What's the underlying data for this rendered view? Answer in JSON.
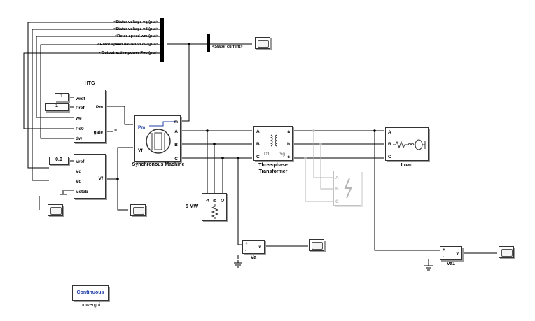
{
  "bus_signals": [
    "<Stator voltage  vq (pu)>",
    "<Stator voltage  vd (pu)>",
    "<Rotor speed  wm (pu)>",
    "<Rotor speed deviation  dw (pu)>",
    "<Output active power  Peo (pu)>"
  ],
  "stator_current": "<Stator current>",
  "htg": {
    "name": "HTG",
    "in_ports": [
      "wref",
      "Pref",
      "we",
      "Pe0",
      "dw"
    ],
    "out_ports": [
      "Pm",
      "gate"
    ]
  },
  "constants": {
    "wref": "1",
    "pref": "1",
    "vref": "0.9"
  },
  "exciter": {
    "in_ports": [
      "Vref",
      "Vd",
      "Vq",
      "Vstab"
    ],
    "out_port": "Vf"
  },
  "machine": {
    "name": "Synchronous Machine",
    "pm": "Pm",
    "vf": "Vf",
    "m": "m",
    "phases": [
      "A",
      "B",
      "C"
    ]
  },
  "resistive_load": {
    "name": "5 MW",
    "phases": [
      "A",
      "B",
      "C"
    ]
  },
  "transformer": {
    "name_line1": "Three-phase",
    "name_line2": "Transformer",
    "left": [
      "A",
      "B",
      "C"
    ],
    "right": [
      "a",
      "b",
      "c"
    ],
    "d1": "D1",
    "yg": "Yg"
  },
  "fault": {
    "phases": [
      "A",
      "B",
      "C"
    ]
  },
  "load": {
    "name": "Load",
    "phases": [
      "A",
      "B",
      "C"
    ]
  },
  "va": {
    "name": "Va",
    "plus": "+",
    "minus": "-",
    "out": "v"
  },
  "va1": {
    "name": "Va1",
    "plus": "+",
    "minus": "-",
    "out": "v"
  },
  "powergui": {
    "label": "Continuous",
    "name": "powergui"
  }
}
